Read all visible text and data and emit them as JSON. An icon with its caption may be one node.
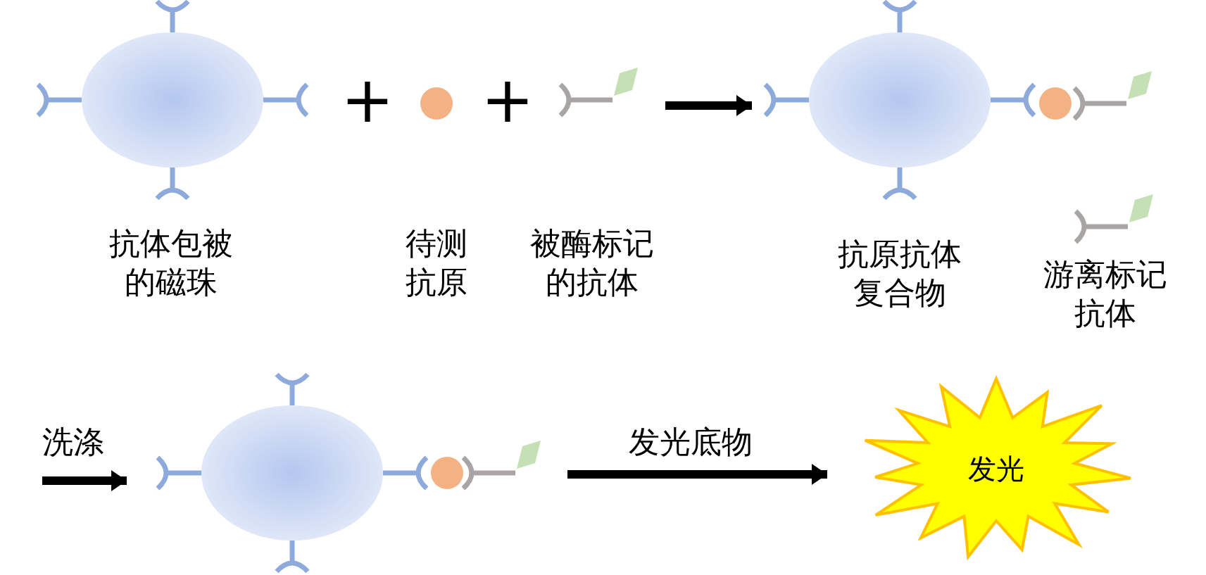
{
  "diagram": {
    "nodes": [
      {
        "text": [],
        "shape": "picture",
        "beside": [
          "抗体包被的磁珠"
        ]
      },
      {
        "text": [],
        "shape": "circle",
        "beside": [
          "待测抗原"
        ]
      },
      {
        "text": [],
        "shape": "picture",
        "beside": [
          "被酶标记的抗体"
        ]
      },
      {
        "text": [],
        "shape": "picture",
        "beside": [
          "抗原抗体复合物"
        ]
      },
      {
        "text": [],
        "shape": "picture",
        "beside": [
          "游离标记抗体"
        ]
      },
      {
        "text": [],
        "shape": "picture"
      },
      {
        "text": [
          "发光"
        ]
      }
    ],
    "edges": [
      {
        "from": 2,
        "to": 3,
        "arrow": "to"
      },
      {
        "from": null,
        "to": 5,
        "arrow": "to",
        "label": "洗涤"
      },
      {
        "from": 5,
        "to": 6,
        "arrow": "to",
        "label": "发光底物"
      }
    ],
    "labels": [
      "+",
      "+"
    ]
  }
}
